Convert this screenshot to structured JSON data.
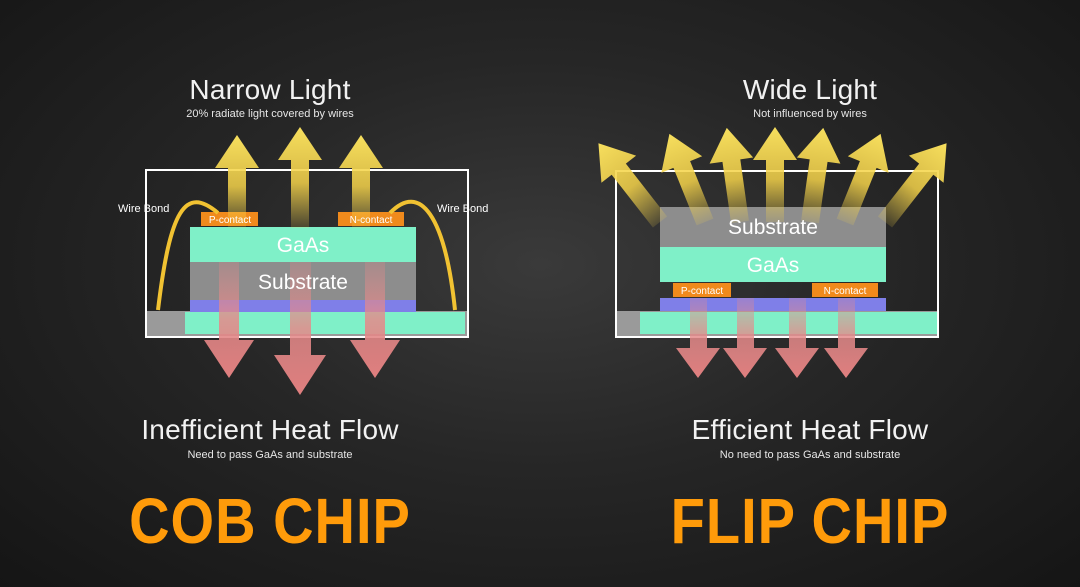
{
  "left": {
    "top_heading": "Narrow Light",
    "top_sub": "20% radiate light covered by wires",
    "wire_bond_left": "Wire Bond",
    "wire_bond_right": "Wire Bond",
    "p_contact": "P-contact",
    "n_contact": "N-contact",
    "layer_gaas": "GaAs",
    "layer_substrate": "Substrate",
    "bottom_heading": "Inefficient Heat Flow",
    "bottom_sub": "Need to pass GaAs and substrate",
    "chip_title": "COB CHIP"
  },
  "right": {
    "top_heading": "Wide Light",
    "top_sub": "Not influenced by wires",
    "layer_substrate": "Substrate",
    "layer_gaas": "GaAs",
    "p_contact": "P-contact",
    "n_contact": "N-contact",
    "bottom_heading": "Efficient Heat Flow",
    "bottom_sub": "No need to pass GaAs and substrate",
    "chip_title": "FLIP CHIP"
  },
  "colors": {
    "light_arrow": "#f5d34a",
    "heat_arrow": "#e58a8a",
    "gaas": "#7ff0c8",
    "substrate": "#8c8c8c",
    "contact": "#f08a1c",
    "blue_layer": "#7f7fe8",
    "title": "#ff9b0a"
  }
}
